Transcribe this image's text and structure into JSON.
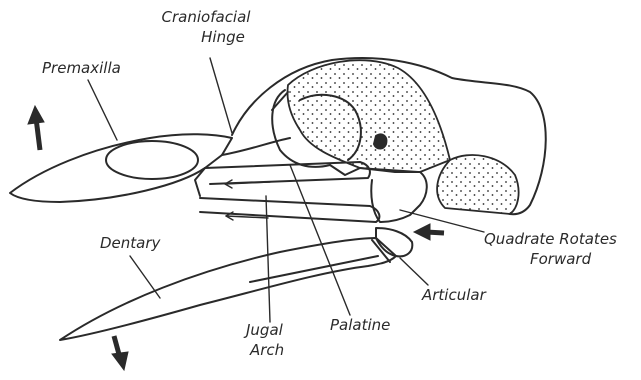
{
  "labels": {
    "craniofacial_line1": "Craniofacial",
    "craniofacial_line2": "Hinge",
    "premaxilla": "Premaxilla",
    "dentary": "Dentary",
    "quadrate_line1": "Quadrate Rotates",
    "quadrate_line2": "Forward",
    "articular": "Articular",
    "palatine": "Palatine",
    "jugal_line1": "Jugal",
    "jugal_line2": "Arch"
  },
  "colors": {
    "ink": "#2a2a2a",
    "paper": "#ffffff"
  }
}
